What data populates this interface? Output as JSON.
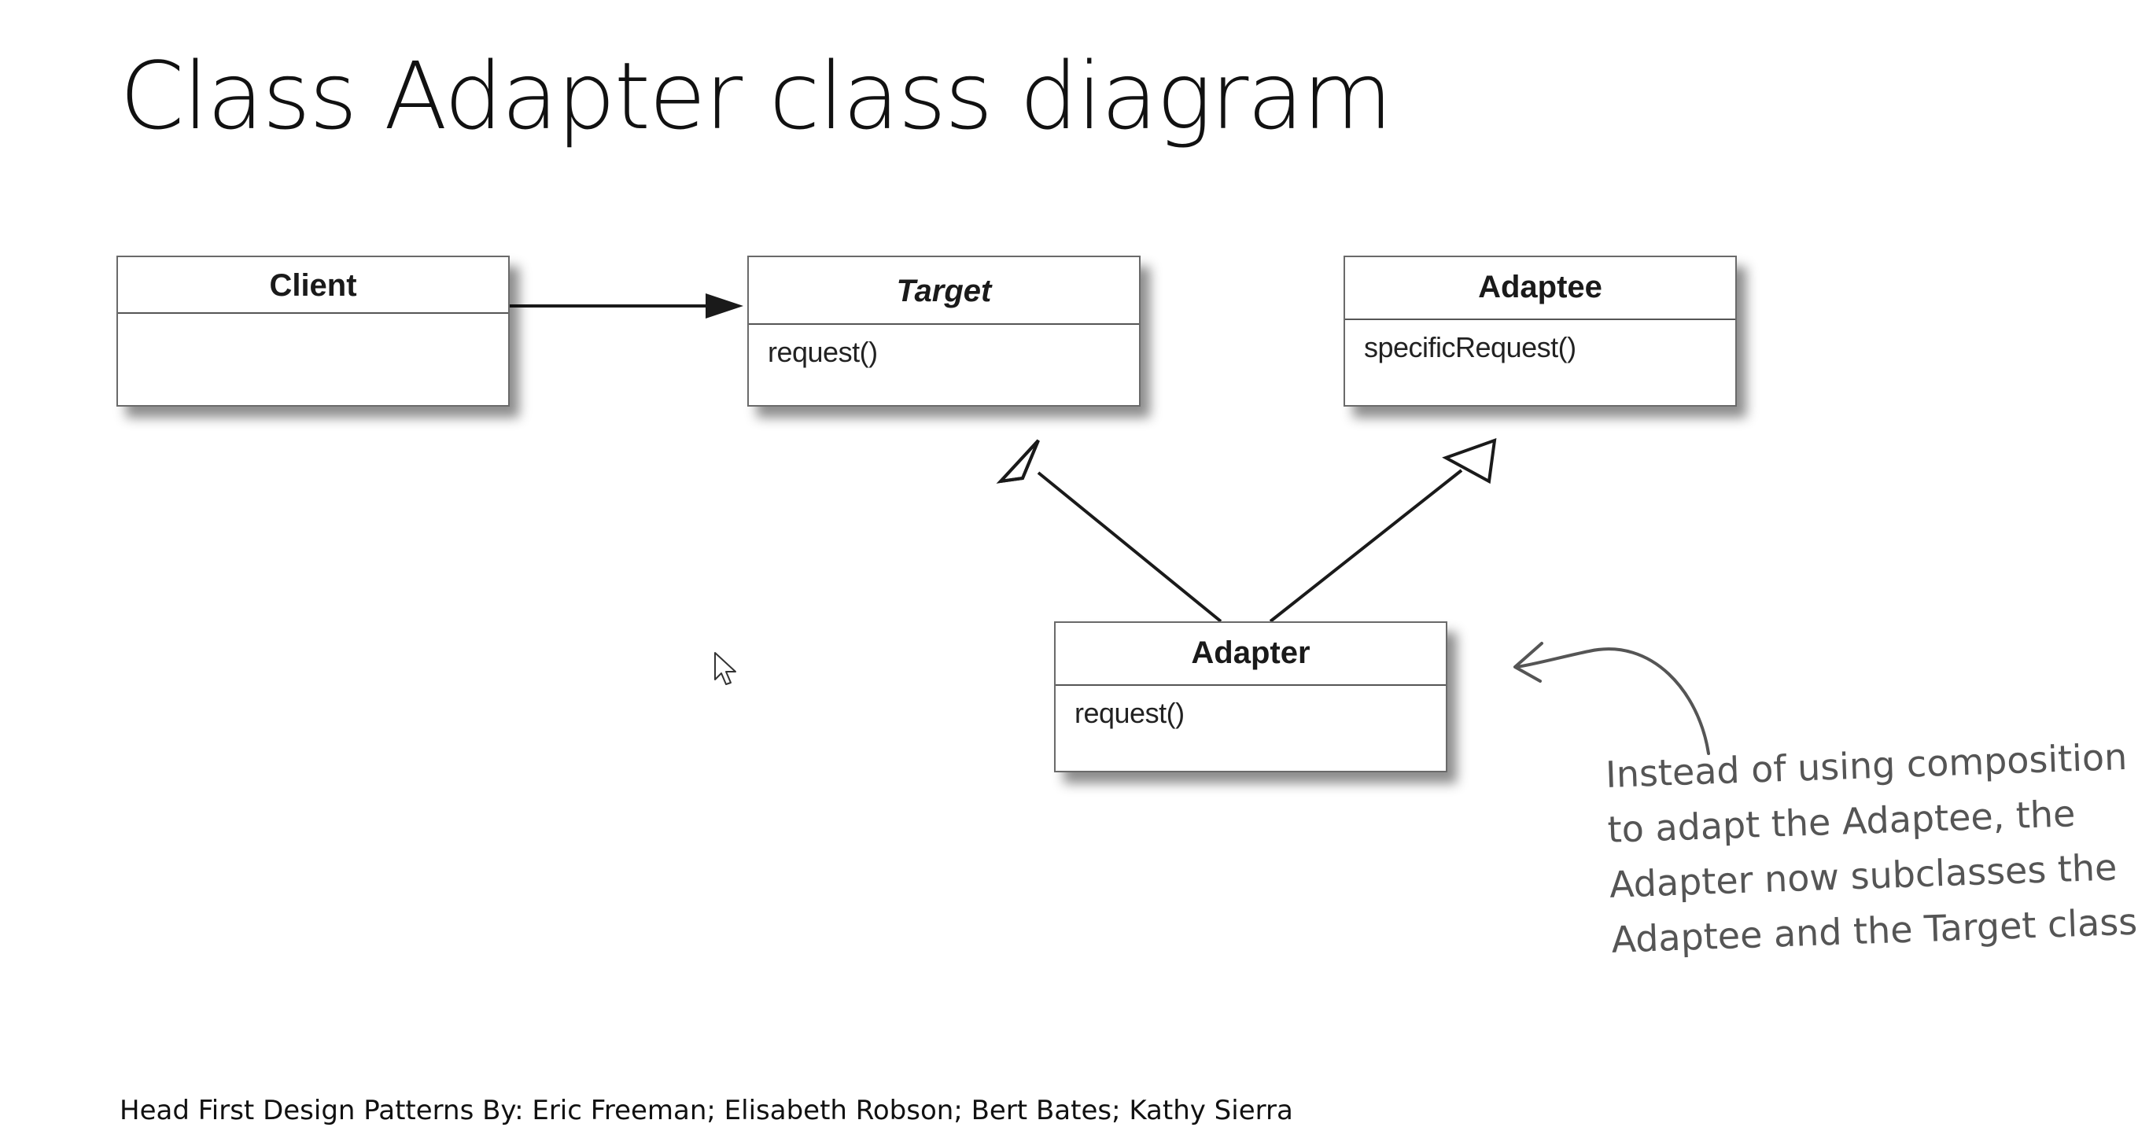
{
  "slide": {
    "title": "Class Adapter class diagram",
    "citation": "Head First Design Patterns By: Eric Freeman; Elisabeth Robson; Bert Bates; Kathy Sierra"
  },
  "diagram": {
    "classes": {
      "client": {
        "name": "Client",
        "methods": ""
      },
      "target": {
        "name": "Target",
        "methods": "request()"
      },
      "adaptee": {
        "name": "Adaptee",
        "methods": "specificRequest()"
      },
      "adapter": {
        "name": "Adapter",
        "methods": "request()"
      }
    },
    "relations": [
      {
        "from": "Client",
        "to": "Target",
        "kind": "association"
      },
      {
        "from": "Adapter",
        "to": "Target",
        "kind": "generalization"
      },
      {
        "from": "Adapter",
        "to": "Adaptee",
        "kind": "generalization"
      }
    ],
    "annotation": {
      "lines": [
        "Instead of using composition",
        "to adapt the Adaptee, the",
        "Adapter now subclasses the",
        "Adaptee and the Target class"
      ]
    }
  }
}
